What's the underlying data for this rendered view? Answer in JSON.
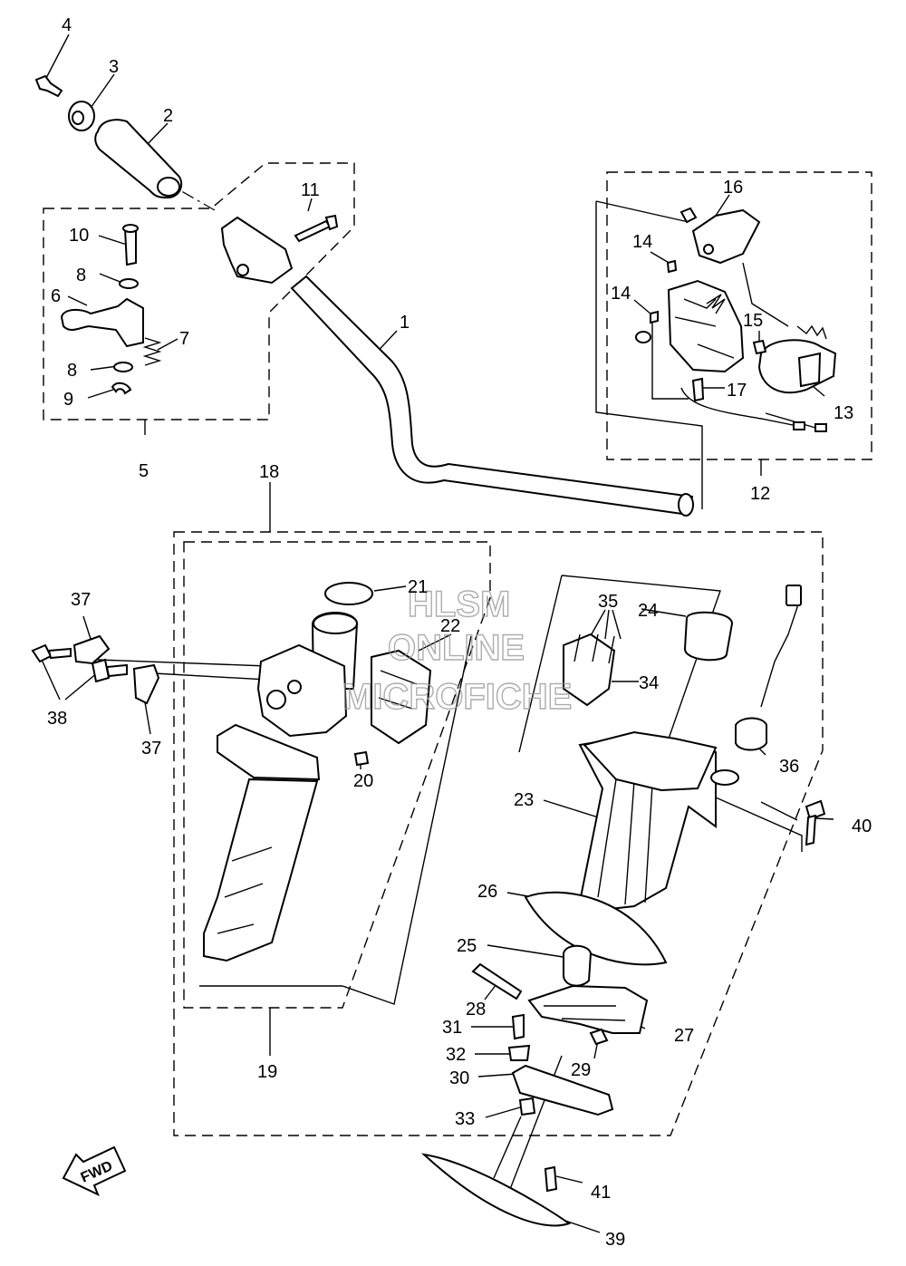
{
  "diagram": {
    "callouts": [
      "1",
      "2",
      "3",
      "4",
      "5",
      "6",
      "7",
      "8",
      "8",
      "9",
      "10",
      "11",
      "12",
      "13",
      "14",
      "14",
      "15",
      "16",
      "17",
      "18",
      "19",
      "20",
      "21",
      "22",
      "23",
      "24",
      "25",
      "26",
      "27",
      "28",
      "29",
      "30",
      "31",
      "32",
      "33",
      "34",
      "35",
      "36",
      "37",
      "37",
      "38",
      "39",
      "40",
      "41"
    ],
    "fwd_label": "FWD",
    "watermark": [
      "HLSM",
      "ONLINE",
      "MICROFICHE"
    ]
  }
}
